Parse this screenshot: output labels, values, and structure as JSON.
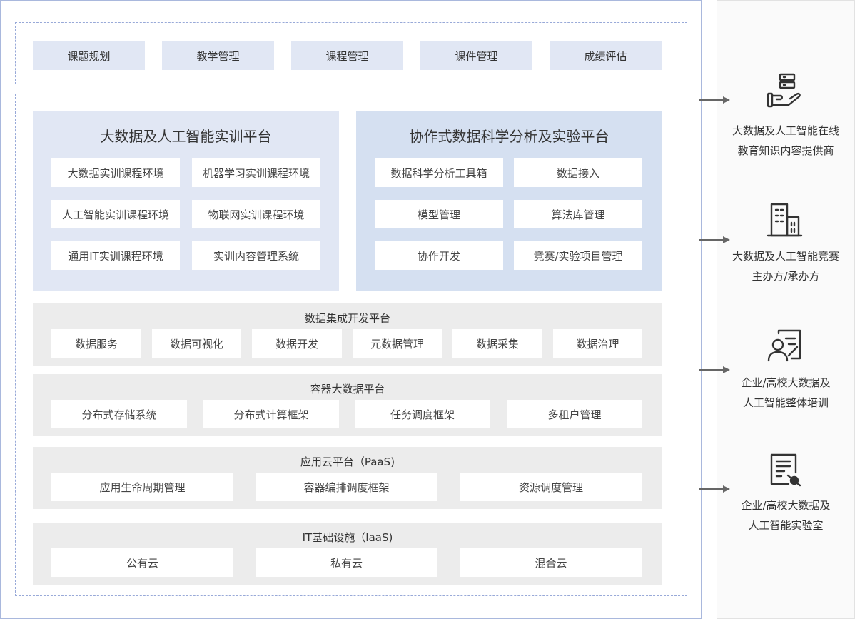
{
  "top_tabs": [
    "课题规划",
    "教学管理",
    "课程管理",
    "课件管理",
    "成绩评估"
  ],
  "platform_a": {
    "title": "大数据及人工智能实训平台",
    "items": [
      "大数据实训课程环境",
      "机器学习实训课程环境",
      "人工智能实训课程环境",
      "物联网实训课程环境",
      "通用IT实训课程环境",
      "实训内容管理系统"
    ]
  },
  "platform_b": {
    "title": "协作式数据科学分析及实验平台",
    "items": [
      "数据科学分析工具箱",
      "数据接入",
      "模型管理",
      "算法库管理",
      "协作开发",
      "竞赛/实验项目管理"
    ]
  },
  "layers": [
    {
      "title": "数据集成开发平台",
      "items": [
        "数据服务",
        "数据可视化",
        "数据开发",
        "元数据管理",
        "数据采集",
        "数据治理"
      ]
    },
    {
      "title": "容器大数据平台",
      "items": [
        "分布式存储系统",
        "分布式计算框架",
        "任务调度框架",
        "多租户管理"
      ]
    },
    {
      "title": "应用云平台（PaaS)",
      "items": [
        "应用生命周期管理",
        "容器编排调度框架",
        "资源调度管理"
      ]
    },
    {
      "title": "IT基础设施（IaaS)",
      "items": [
        "公有云",
        "私有云",
        "混合云"
      ]
    }
  ],
  "side": [
    {
      "icon": "hand-data-icon",
      "line1": "大数据及人工智能在线",
      "line2": "教育知识内容提供商"
    },
    {
      "icon": "building-icon",
      "line1": "大数据及人工智能竞赛",
      "line2": "主办方/承办方"
    },
    {
      "icon": "person-document-icon",
      "line1": "企业/高校大数据及",
      "line2": "人工智能整体培训"
    },
    {
      "icon": "lab-report-icon",
      "line1": "企业/高校大数据及",
      "line2": "人工智能实验室"
    }
  ],
  "colors": {
    "border": "#a9b8dd",
    "tab_bg": "#e1e7f4",
    "platform_b_bg": "#d5e0f1",
    "layer_bg": "#ececec",
    "icon": "#333333"
  }
}
